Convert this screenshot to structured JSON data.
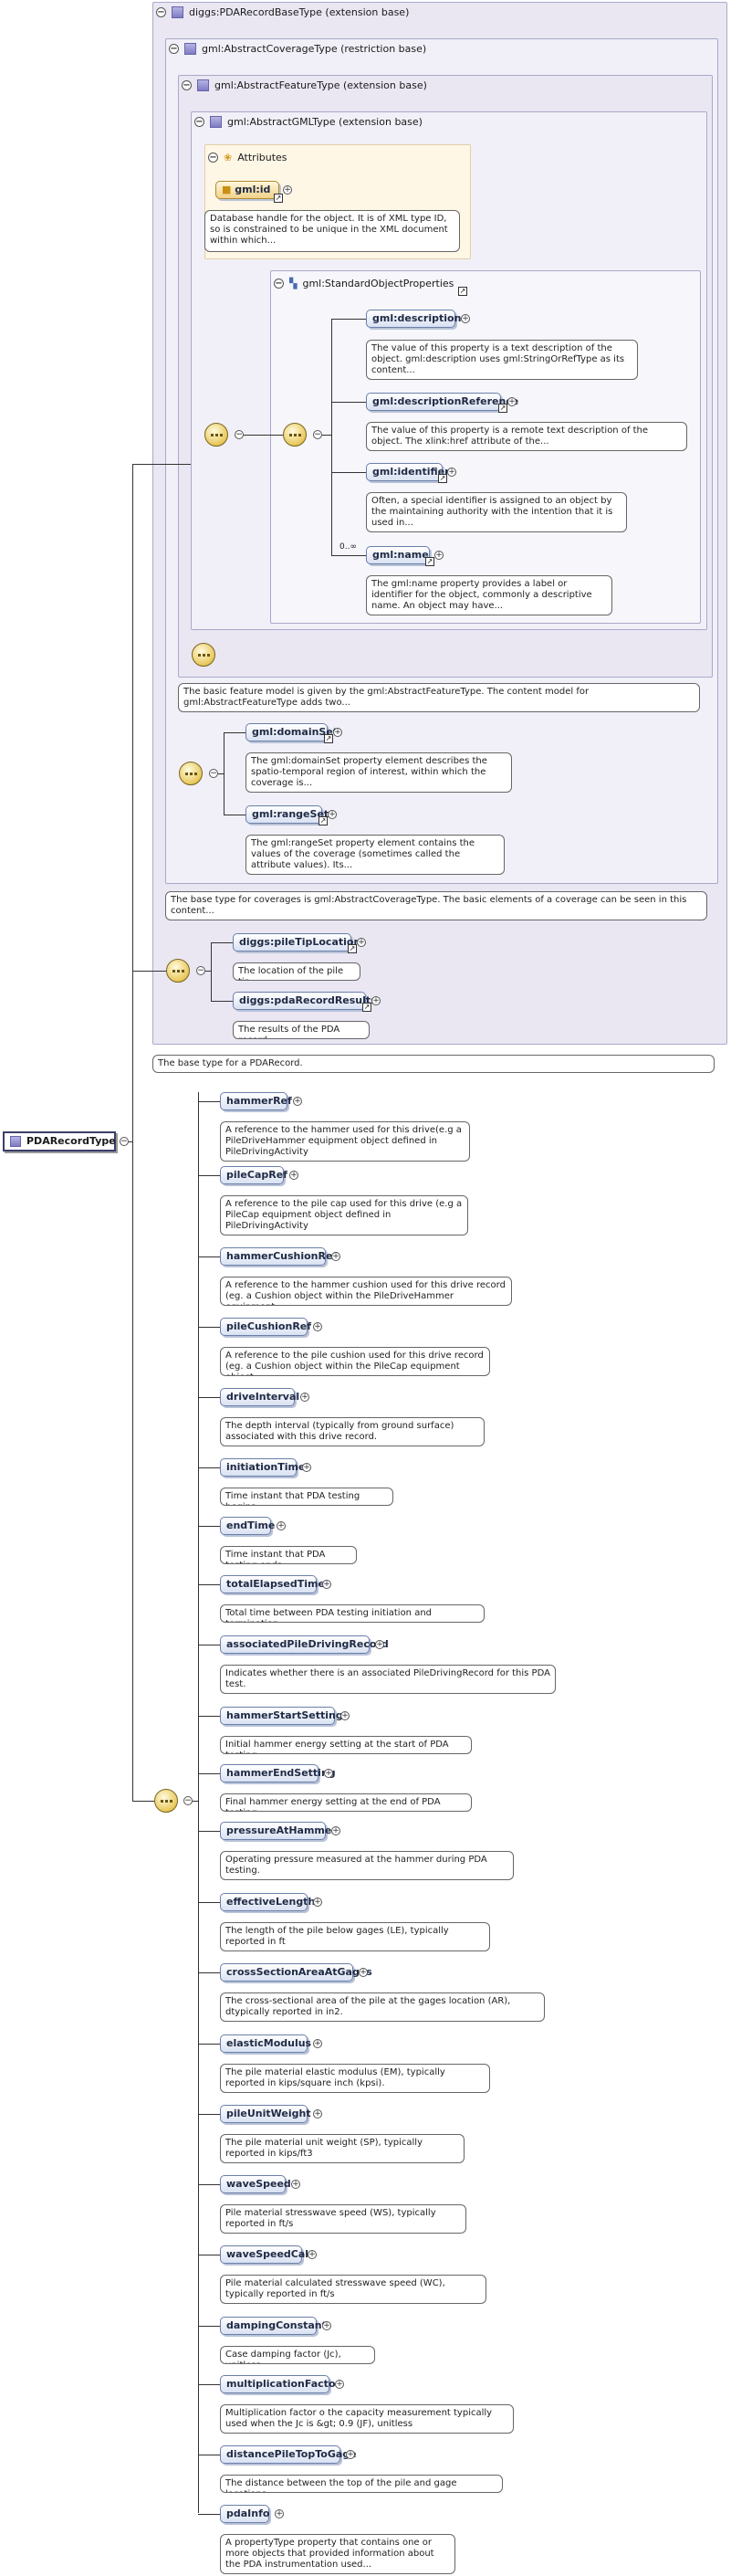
{
  "groups": {
    "diggs_record_base": "diggs:PDARecordBaseType (extension base)",
    "abstract_coverage": "gml:AbstractCoverageType (restriction base)",
    "abstract_feature": "gml:AbstractFeatureType (extension base)",
    "abstract_gml": "gml:AbstractGMLType (extension base)",
    "attributes": "Attributes",
    "standard_props": "gml:StandardObjectProperties"
  },
  "attributes": {
    "id": {
      "name": "gml:id",
      "doc": "Database handle for the object. It is of XML type ID, so is constrained to be unique in the XML document within which..."
    }
  },
  "standard_props": [
    {
      "name": "gml:description",
      "doc": "The value of this property is a text description of the object. gml:description uses gml:StringOrRefType as its content..."
    },
    {
      "name": "gml:descriptionReference",
      "doc": "The value of this property is a remote text description of the object. The xlink:href attribute of the..."
    },
    {
      "name": "gml:identifier",
      "doc": "Often, a special identifier is assigned to an object by the maintaining authority with the intention that it is used in..."
    },
    {
      "name": "gml:name",
      "doc": "The gml:name property provides a label or identifier for the object, commonly a descriptive name. An object may have..."
    }
  ],
  "gml_name_multiplicity": "0..∞",
  "feature_doc": "The basic feature model is given by the gml:AbstractFeatureType. The content model for gml:AbstractFeatureType adds two...",
  "coverage_elements": [
    {
      "name": "gml:domainSet",
      "doc": "The gml:domainSet property element describes the spatio-temporal region of interest, within which the coverage is..."
    },
    {
      "name": "gml:rangeSet",
      "doc": "The gml:rangeSet property element contains the values of the coverage (sometimes called the attribute values). Its..."
    }
  ],
  "coverage_doc": "The base type for coverages is gml:AbstractCoverageType. The basic elements of a coverage can be seen in this content...",
  "diggs_elements": [
    {
      "name": "diggs:pileTipLocation",
      "doc": "The location of the pile tip."
    },
    {
      "name": "diggs:pdaRecordResults",
      "doc": "The results of the PDA record."
    }
  ],
  "base_doc": "The base type for a PDARecord.",
  "root": {
    "name": "PDARecordType"
  },
  "elements": [
    {
      "name": "hammerRef",
      "doc": "A reference to the hammer used for this drive(e.g a PileDriveHammer equipment object defined in PileDrivingActivity"
    },
    {
      "name": "pileCapRef",
      "doc": "A reference to the pile cap used for this drive (e.g a PileCap equipment object defined in PileDrivingActivity"
    },
    {
      "name": "hammerCushionRef",
      "doc": "A reference to the hammer cushion used for this drive record (eg. a Cushion object within the PileDriveHammer equipment..."
    },
    {
      "name": "pileCushionRef",
      "doc": "A reference to the pile cushion used for this drive record (eg. a Cushion object within the PileCap equipment object"
    },
    {
      "name": "driveInterval",
      "doc": "The depth interval (typically from ground surface) associated with this drive record."
    },
    {
      "name": "initiationTime",
      "doc": "Time instant that PDA testing begins."
    },
    {
      "name": "endTime",
      "doc": "Time instant that PDA testing ends."
    },
    {
      "name": "totalElapsedTime",
      "doc": "Total time between PDA testing initiation and termination."
    },
    {
      "name": "associatedPileDrivingRecord",
      "doc": "Indicates whether there is an associated PileDrivingRecord for this PDA test."
    },
    {
      "name": "hammerStartSetting",
      "doc": "Initial hammer energy setting at the start of PDA testing."
    },
    {
      "name": "hammerEndSetting",
      "doc": "Final hammer energy setting at the end of PDA testing."
    },
    {
      "name": "pressureAtHammer",
      "doc": "Operating pressure measured at the hammer during PDA testing."
    },
    {
      "name": "effectiveLength",
      "doc": "The length of the pile below gages (LE), typically reported in ft"
    },
    {
      "name": "crossSectionAreaAtGages",
      "doc": "The cross-sectional area of the pile at the gages location (AR), dtypically reported in in2."
    },
    {
      "name": "elasticModulus",
      "doc": "The pile material elastic modulus (EM), typically reported in kips/square inch (kpsi)."
    },
    {
      "name": "pileUnitWeight",
      "doc": "The pile material unit weight (SP), typically reported in kips/ft3"
    },
    {
      "name": "waveSpeed",
      "doc": "Pile material stresswave speed (WS), typically reported in ft/s"
    },
    {
      "name": "waveSpeedCalc",
      "doc": "Pile material calculated stresswave speed (WC), typically reported in ft/s"
    },
    {
      "name": "dampingConstant",
      "doc": "Case damping factor (Jc), unitless"
    },
    {
      "name": "multiplicationFactor",
      "doc": "Multiplication factor o the capacity measurement typically used when the Jc is &gt; 0.9 (JF), unitless"
    },
    {
      "name": "distancePileTopToGage",
      "doc": "The distance between the top of the pile and gage locations."
    },
    {
      "name": "pdaInfo",
      "doc": "A propertyType property that contains one or more objects that provided information about the PDA instrumentation used..."
    }
  ]
}
